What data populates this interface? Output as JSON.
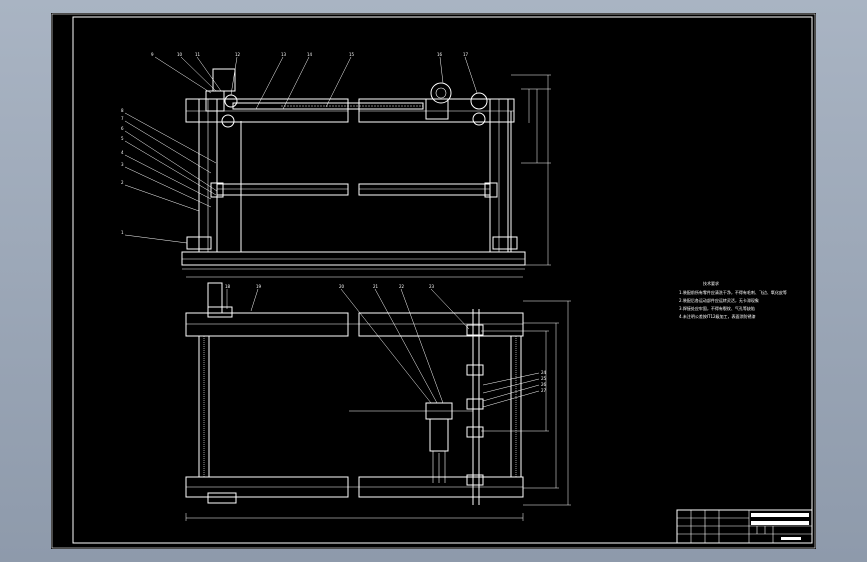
{
  "drawing": {
    "sheet_background": "#000000",
    "line_color": "#ffffff",
    "ui_background": "#9aa5b4"
  },
  "front_view": {
    "balloons": [
      "9",
      "10",
      "11",
      "12",
      "13",
      "14",
      "15",
      "16",
      "17",
      "8",
      "7",
      "6",
      "5",
      "4",
      "3",
      "2",
      "1"
    ]
  },
  "top_view": {
    "balloons": [
      "18",
      "19",
      "20",
      "21",
      "22",
      "23",
      "24",
      "25",
      "26",
      "27"
    ]
  },
  "notes": {
    "title": "技术要求",
    "lines": [
      "1.装配前所有零件应清洗干净，不得有毛刺、飞边、氧化皮等",
      "2.装配后各运动部件应运转灵活，无卡滞现象",
      "3.焊接处应牢固，不得有裂纹、气孔等缺陷",
      "4.未注明公差按IT12级加工，表面涂防锈漆"
    ]
  },
  "title_block": {
    "rows": [
      "",
      "",
      "",
      ""
    ],
    "school": "",
    "drawing_name": "",
    "drawing_no": ""
  }
}
